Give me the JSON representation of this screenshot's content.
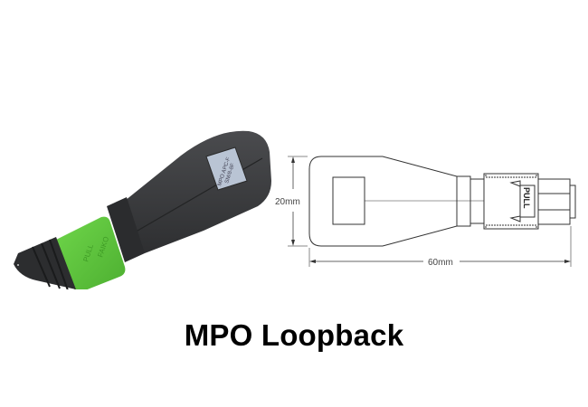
{
  "title": "MPO Loopback",
  "photo": {
    "label_line1": "MPO APC-F",
    "label_line2": "SM/8-8F",
    "boot_text_1": "PULL",
    "boot_text_2": "FAIKO",
    "colors": {
      "body": "#3a3b3d",
      "boot": "#5cc43c",
      "label": "#b9c4d4"
    }
  },
  "drawing": {
    "height_label": "20mm",
    "length_label": "60mm",
    "pull_label": "PULL",
    "line_color": "#333333"
  }
}
